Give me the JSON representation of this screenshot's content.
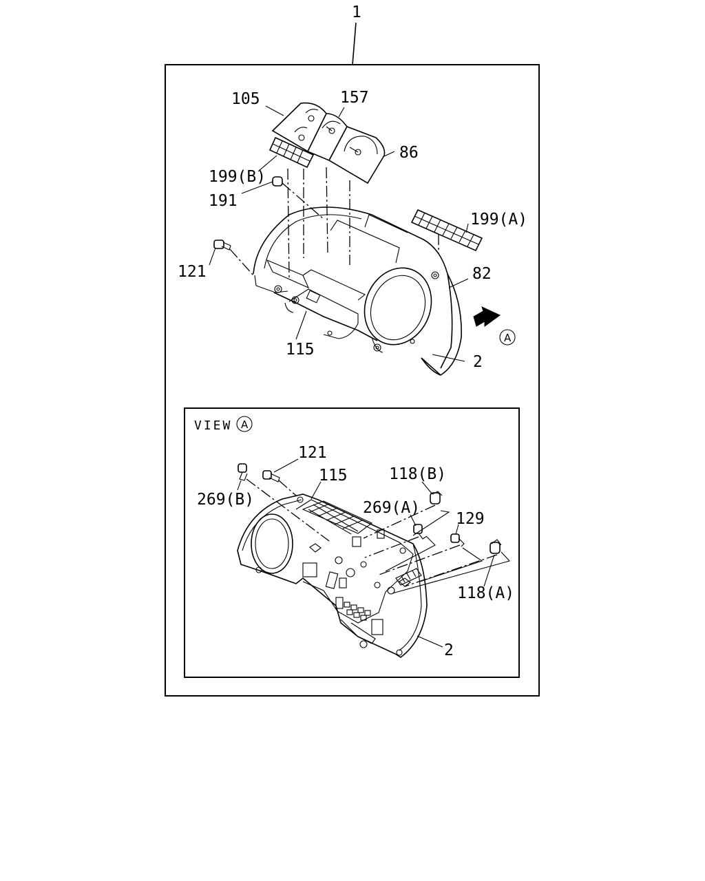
{
  "assembly_number": "1",
  "view_title": "VIEW",
  "view_marker": "A",
  "arrow_marker": "A",
  "callouts": {
    "c105": "105",
    "c157": "157",
    "c86": "86",
    "c199b": "199(B)",
    "c191": "191",
    "c199a": "199(A)",
    "c121": "121",
    "c82": "82",
    "c115": "115",
    "c2": "2"
  },
  "view_callouts": {
    "v121": "121",
    "v115": "115",
    "v118b": "118(B)",
    "v269b": "269(B)",
    "v269a": "269(A)",
    "v129": "129",
    "v118a": "118(A)",
    "v2": "2"
  }
}
